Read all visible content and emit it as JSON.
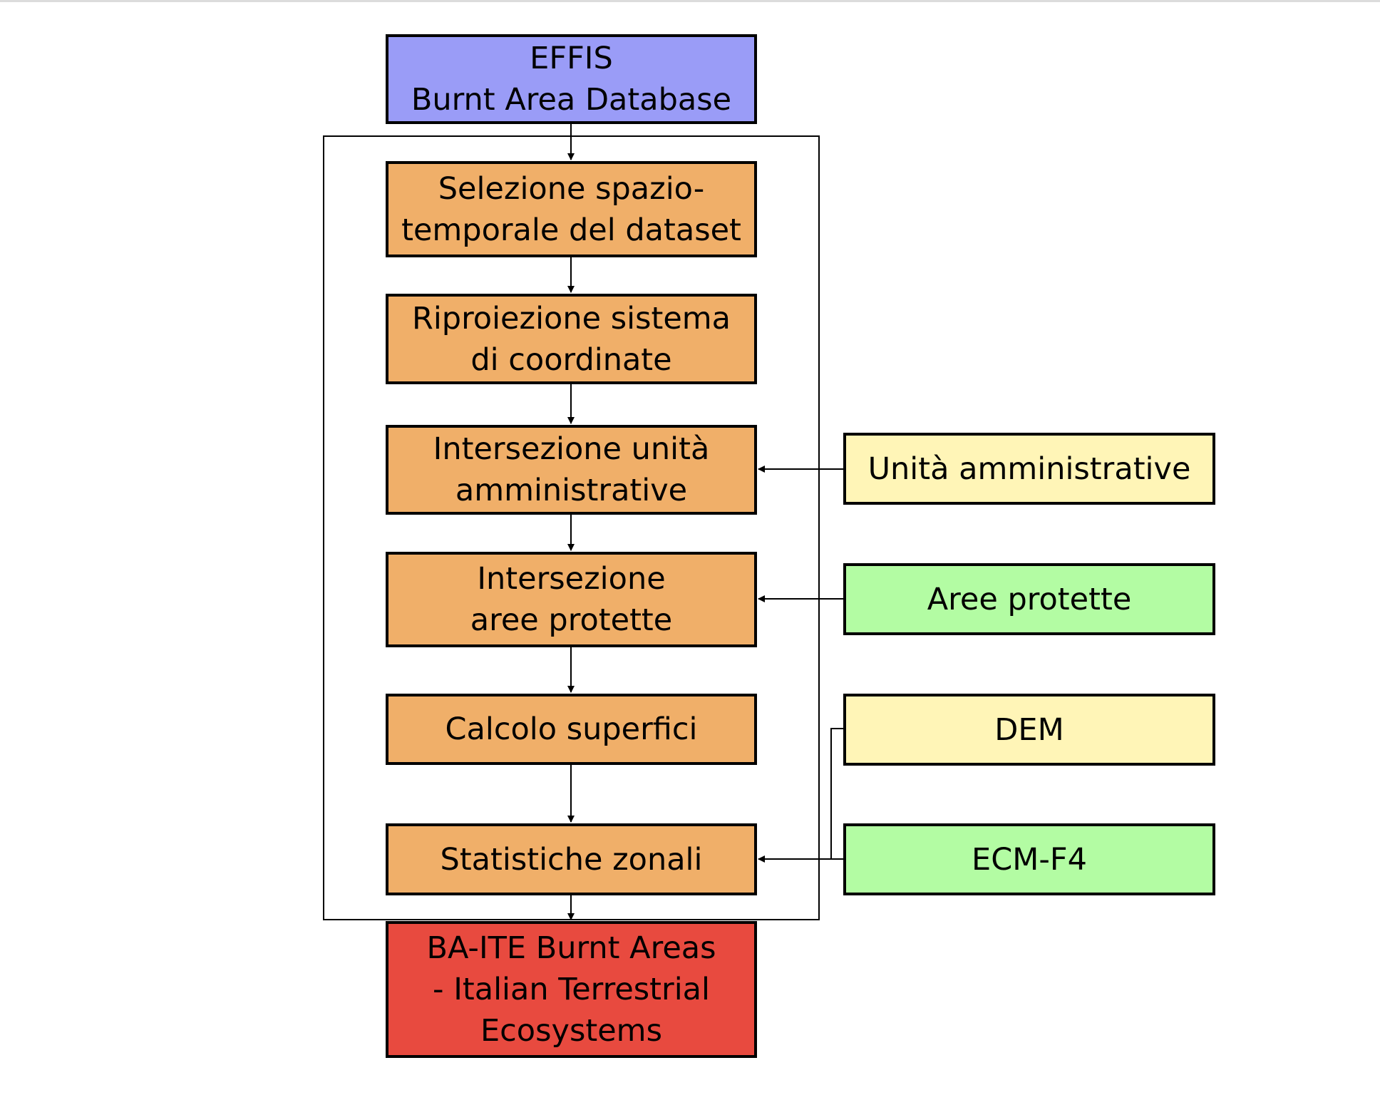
{
  "colors": {
    "source_blue": "#9a9cf7",
    "process_orange": "#f0af69",
    "output_red": "#e84a3f",
    "input_yellow": "#fff5b7",
    "input_green": "#b3fca3",
    "line_black": "#000000"
  },
  "diagram": {
    "source": {
      "label": "EFFIS\nBurnt Area Database"
    },
    "steps": [
      {
        "label": "Selezione spazio-\ntemporale del dataset"
      },
      {
        "label": "Riproiezione sistema\ndi coordinate"
      },
      {
        "label": "Intersezione unità\namministrative"
      },
      {
        "label": "Intersezione\naree protette"
      },
      {
        "label": "Calcolo superfici"
      },
      {
        "label": "Statistiche zonali"
      }
    ],
    "inputs": [
      {
        "label": "Unità amministrative",
        "feeds": "Intersezione unità amministrative"
      },
      {
        "label": "Aree protette",
        "feeds": "Intersezione aree protette"
      },
      {
        "label": "DEM",
        "feeds": "Statistiche zonali"
      },
      {
        "label": "ECM-F4",
        "feeds": "Statistiche zonali"
      }
    ],
    "output": {
      "label": "BA-ITE Burnt Areas\n- Italian Terrestrial\nEcosystems"
    }
  }
}
